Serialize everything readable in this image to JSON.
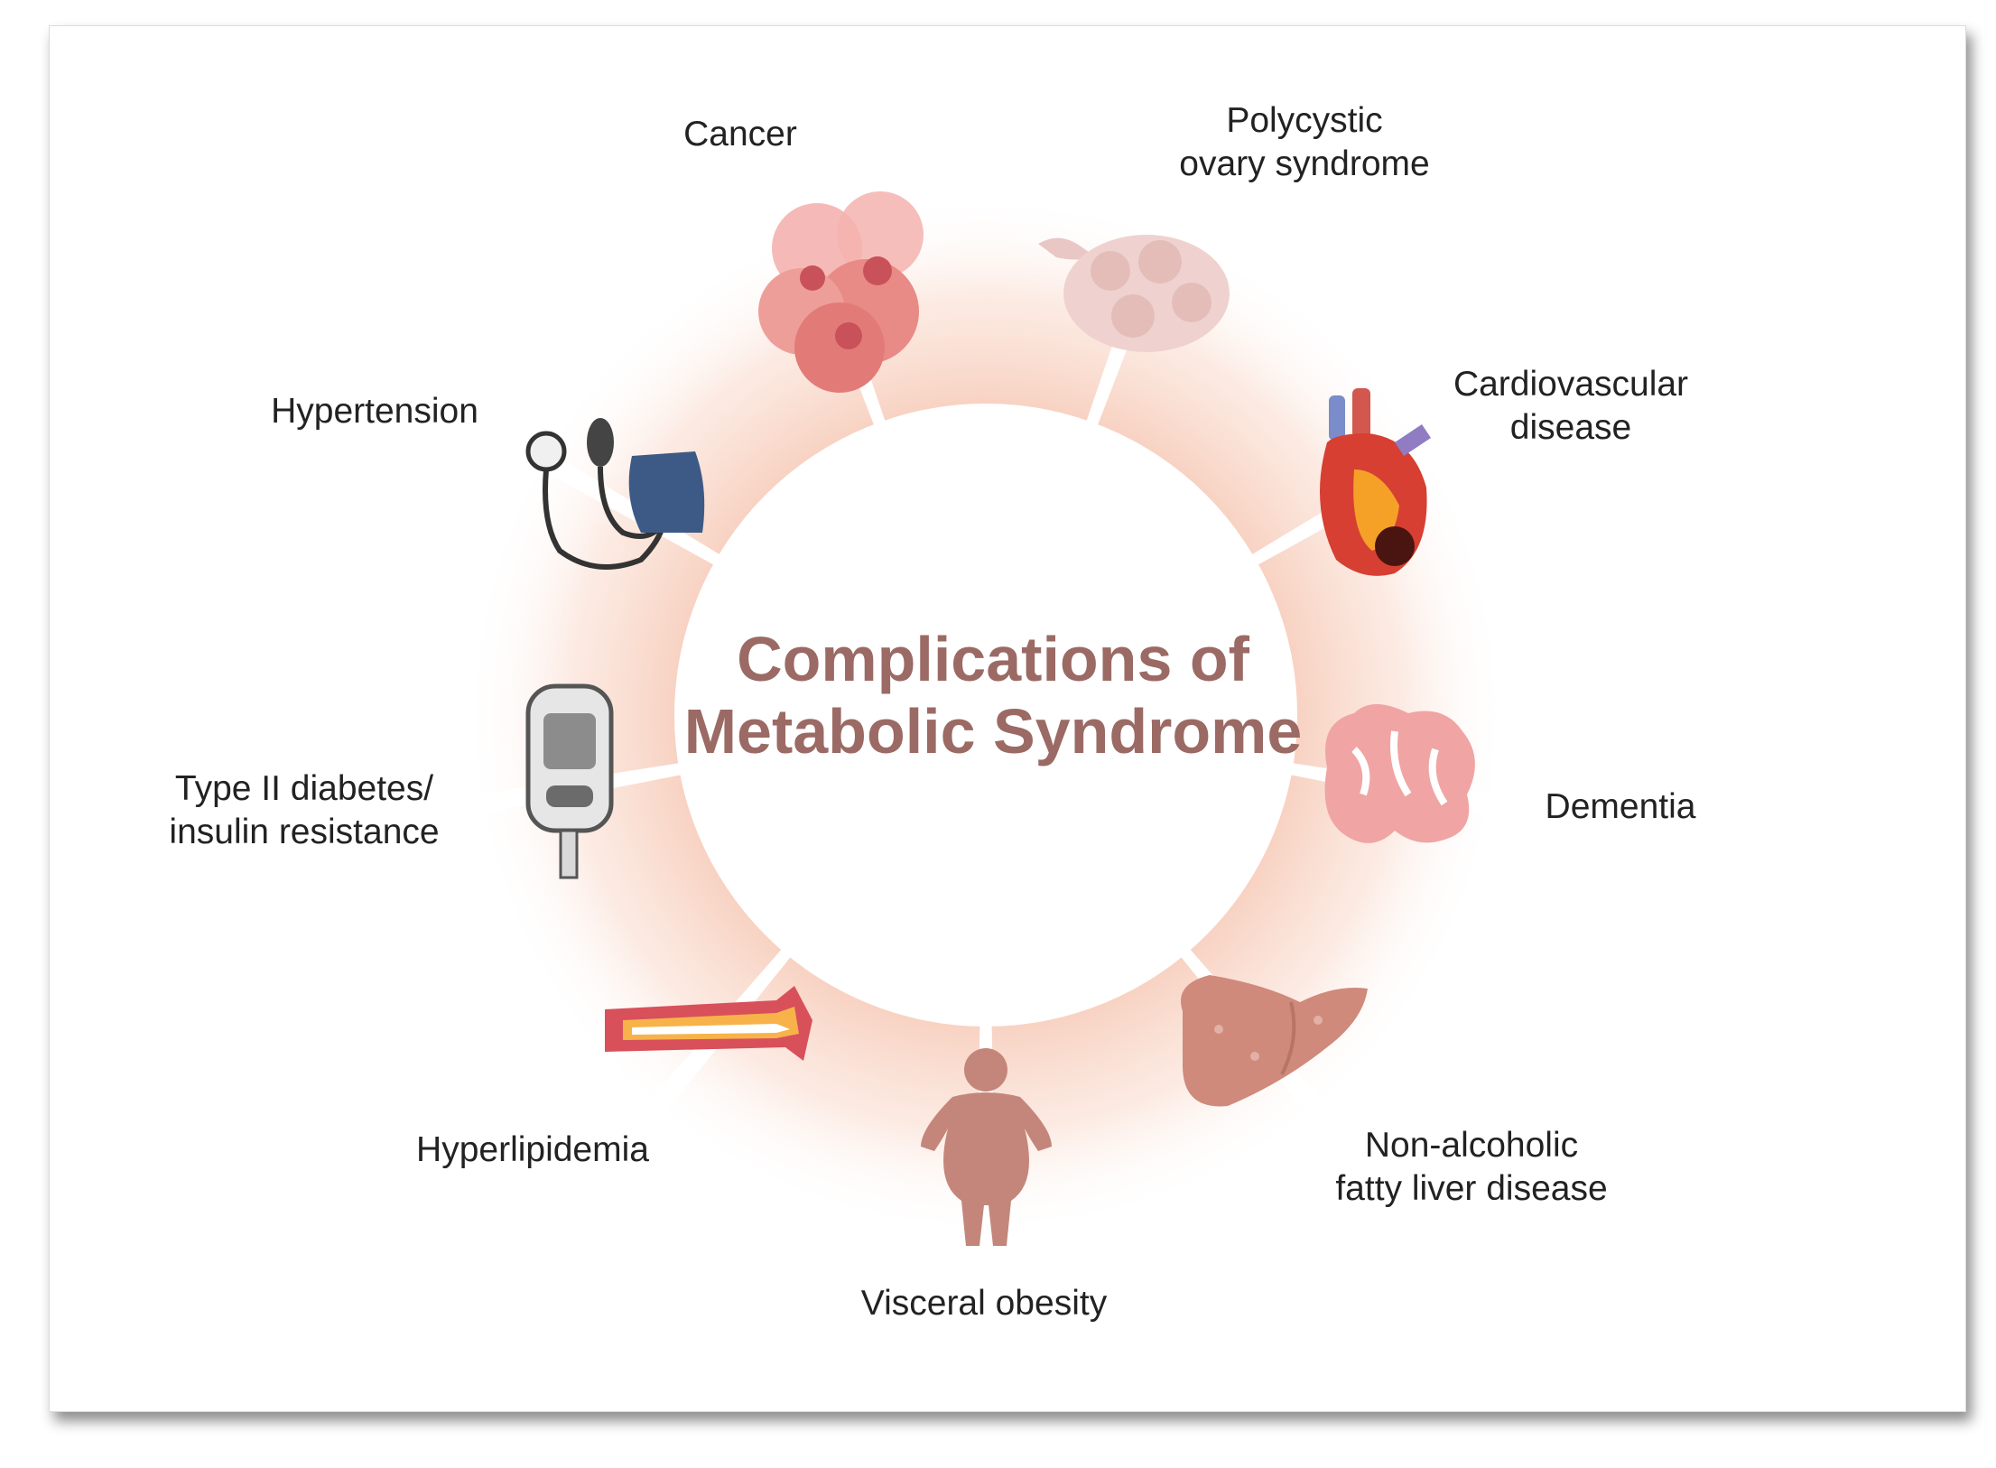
{
  "title": {
    "line1": "Complications of",
    "line2": "Metabolic Syndrome"
  },
  "complications": [
    {
      "id": "cancer",
      "lines": [
        "Cancer"
      ],
      "icon": "cancer-cells-icon"
    },
    {
      "id": "pcos",
      "lines": [
        "Polycystic",
        "ovary syndrome"
      ],
      "icon": "ovary-icon"
    },
    {
      "id": "cardiovascular",
      "lines": [
        "Cardiovascular",
        "disease"
      ],
      "icon": "heart-icon"
    },
    {
      "id": "dementia",
      "lines": [
        "Dementia"
      ],
      "icon": "brain-icon"
    },
    {
      "id": "nafld",
      "lines": [
        "Non-alcoholic",
        "fatty liver disease"
      ],
      "icon": "liver-icon"
    },
    {
      "id": "obesity",
      "lines": [
        "Visceral obesity"
      ],
      "icon": "obese-person-icon"
    },
    {
      "id": "hyperlipidemia",
      "lines": [
        "Hyperlipidemia"
      ],
      "icon": "plaque-artery-icon"
    },
    {
      "id": "diabetes",
      "lines": [
        "Type II diabetes/",
        "insulin resistance"
      ],
      "icon": "glucometer-icon"
    },
    {
      "id": "hypertension",
      "lines": [
        "Hypertension"
      ],
      "icon": "blood-pressure-cuff-icon"
    }
  ],
  "colors": {
    "title": "#9b6a64",
    "segment": "#fbe3d8",
    "label": "#222222",
    "figure": "#c4867b"
  }
}
